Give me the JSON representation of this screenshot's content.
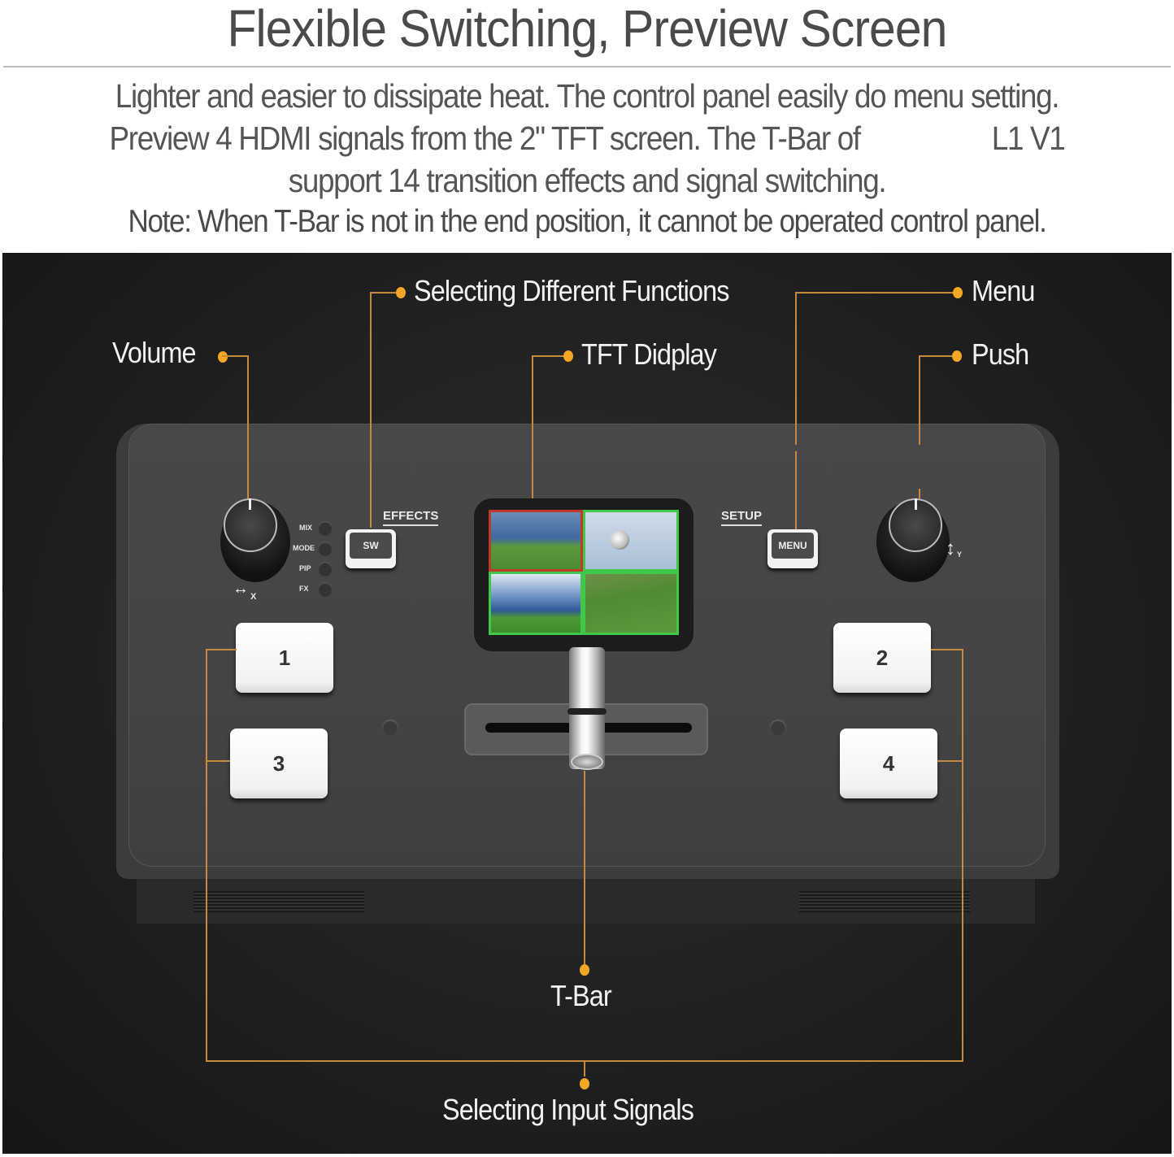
{
  "header": {
    "title": "Flexible Switching, Preview Screen",
    "description_lines": [
      "Lighter and easier to dissipate heat. The control panel easily do menu setting.",
      "Preview 4 HDMI signals from the 2\" TFT screen. The T-Bar of",
      "L1 V1",
      "support 14 transition effects and signal switching."
    ],
    "note": "Note: When T-Bar is not in the end position, it cannot be operated control panel."
  },
  "callouts": {
    "selecting_functions": "Selecting Different Functions",
    "menu": "Menu",
    "volume": "Volume",
    "tft_display": "TFT Didplay",
    "push": "Push",
    "tbar": "T-Bar",
    "selecting_inputs": "Selecting Input Signals"
  },
  "device": {
    "effects_label": "EFFECTS",
    "setup_label": "SETUP",
    "sw_button": "SW",
    "menu_button": "MENU",
    "mode_leds": [
      "MIX",
      "MODE",
      "PIP",
      "FX"
    ],
    "x_axis": "X",
    "y_axis": "Y",
    "input_buttons": [
      "1",
      "2",
      "3",
      "4"
    ],
    "preview_tiles": [
      {
        "name": "soccer-match-1",
        "border": "#c0392b"
      },
      {
        "name": "soccer-ball",
        "border": "#3fc84a"
      },
      {
        "name": "stadium",
        "border": "#3fc84a"
      },
      {
        "name": "goal-shot",
        "border": "#3fc84a"
      }
    ]
  },
  "colors": {
    "accent": "#f5a623",
    "line": "#c58b3a",
    "background": "#1f1f1f"
  }
}
